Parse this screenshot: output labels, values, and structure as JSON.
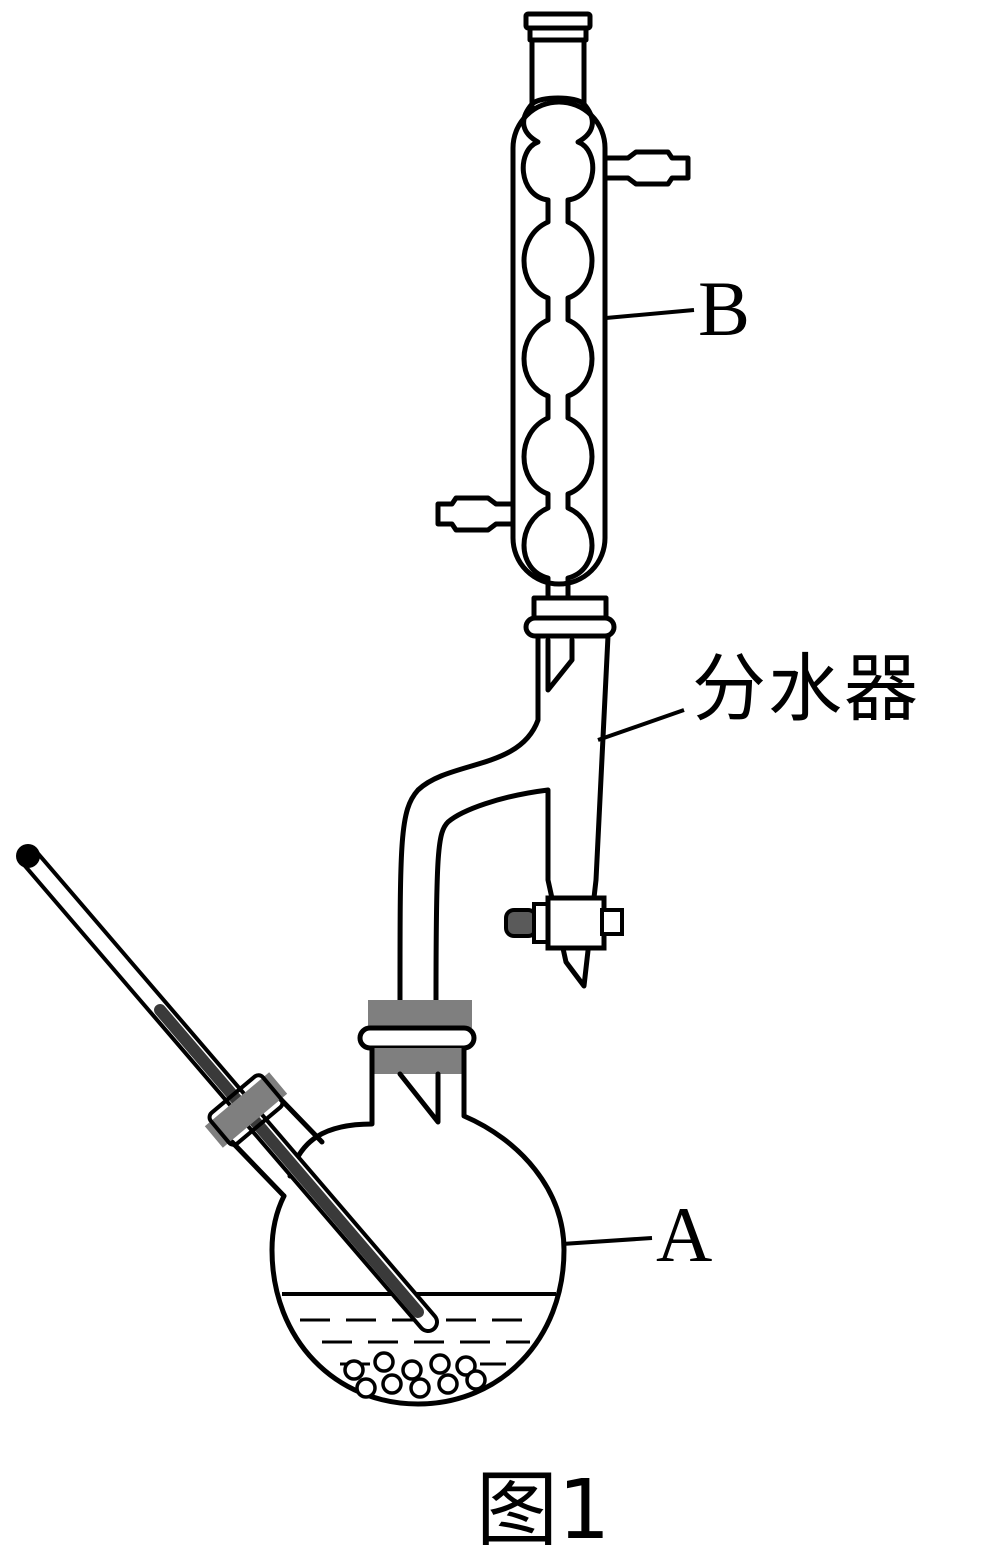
{
  "labels": {
    "condenser": "B",
    "water_separator": "分水器",
    "flask": "A"
  },
  "caption": "图1",
  "colors": {
    "line": "#000000",
    "stopper": "#7f7f7f",
    "thermometer": "#3a3a3a",
    "background": "#ffffff"
  }
}
